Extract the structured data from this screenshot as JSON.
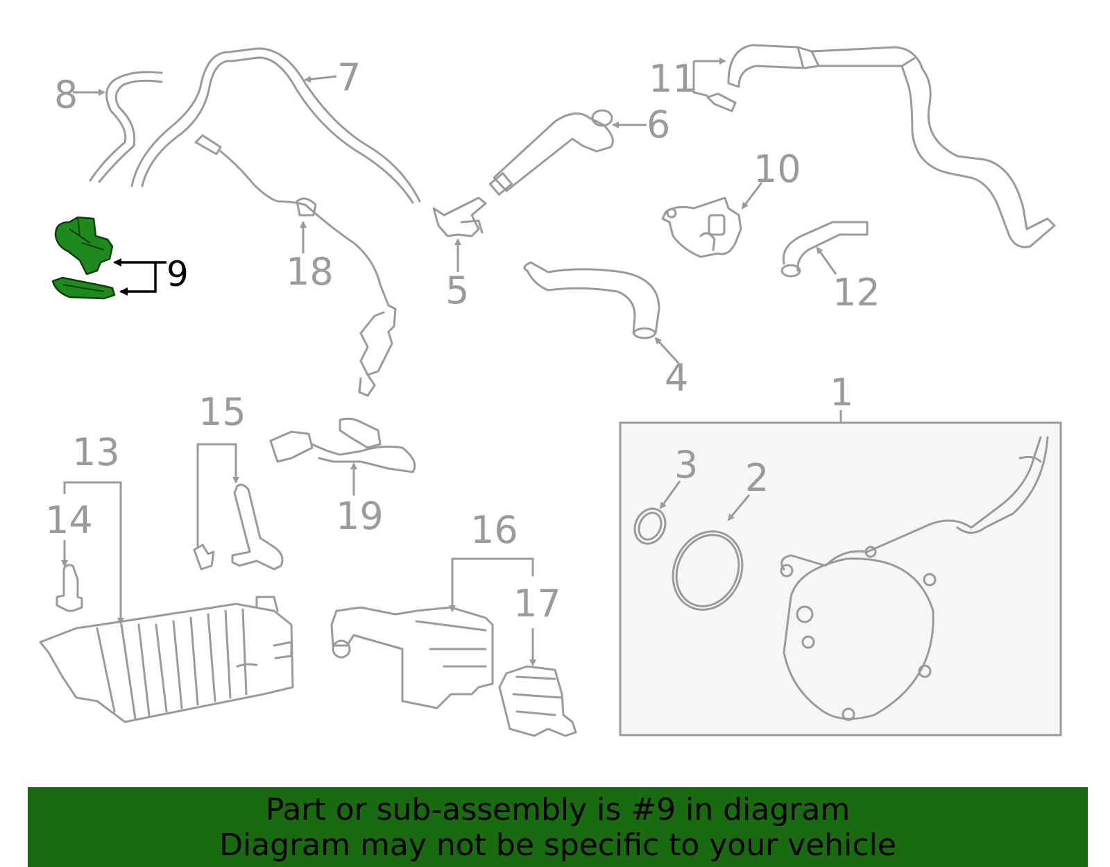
{
  "callouts": {
    "c1": "1",
    "c2": "2",
    "c3": "3",
    "c4": "4",
    "c5": "5",
    "c6": "6",
    "c7": "7",
    "c8": "8",
    "c9": "9",
    "c10": "10",
    "c11": "11",
    "c12": "12",
    "c13": "13",
    "c14": "14",
    "c15": "15",
    "c16": "16",
    "c17": "17",
    "c18": "18",
    "c19": "19"
  },
  "highlight": {
    "part_number": "9",
    "color": "#1e8a1e"
  },
  "banner": {
    "line1": "Part or sub-assembly is #9 in diagram",
    "line2": "Diagram may not be specific to your vehicle",
    "background": "#1a6b0f"
  },
  "colors": {
    "line_art": "#9a9a9a",
    "panel_bg": "#f6f6f6"
  }
}
